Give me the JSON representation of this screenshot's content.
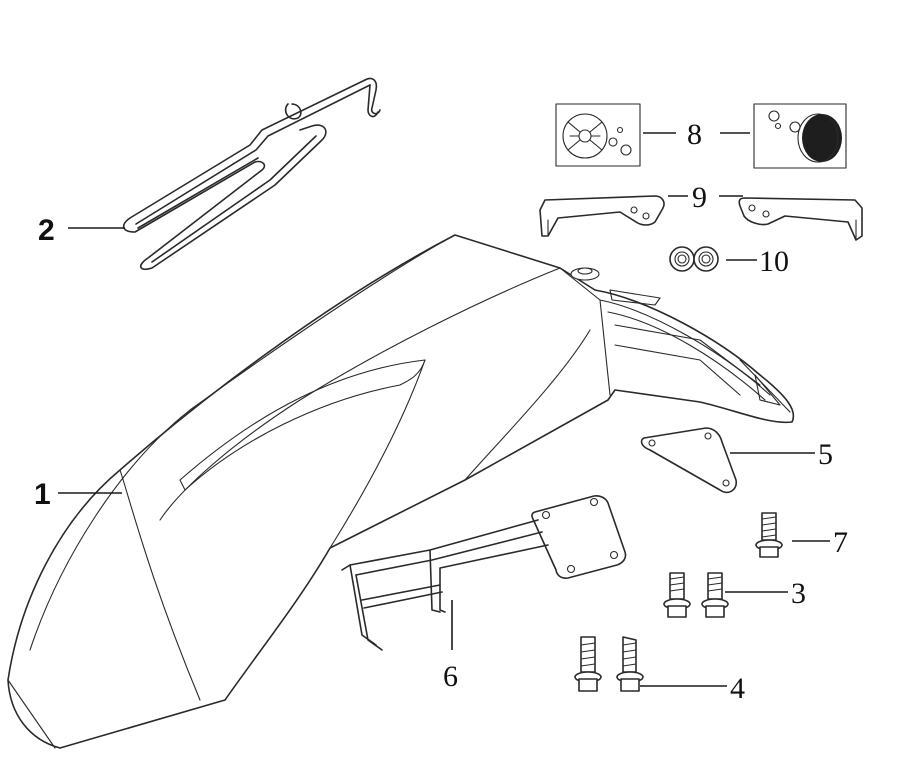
{
  "callouts": [
    {
      "id": "fender",
      "label": "1"
    },
    {
      "id": "brake-hose-guide",
      "label": "2"
    },
    {
      "id": "bolt-a",
      "label": "3"
    },
    {
      "id": "bolt-b",
      "label": "4"
    },
    {
      "id": "bracket-small",
      "label": "5"
    },
    {
      "id": "fender-bracket",
      "label": "6"
    },
    {
      "id": "bolt-c",
      "label": "7"
    },
    {
      "id": "reflector",
      "label": "8"
    },
    {
      "id": "reflector-bracket",
      "label": "9"
    },
    {
      "id": "nut",
      "label": "10"
    }
  ],
  "colors": {
    "line": "#2a2a2a",
    "background": "#ffffff",
    "reflector_lens": "#1e1e1e"
  }
}
